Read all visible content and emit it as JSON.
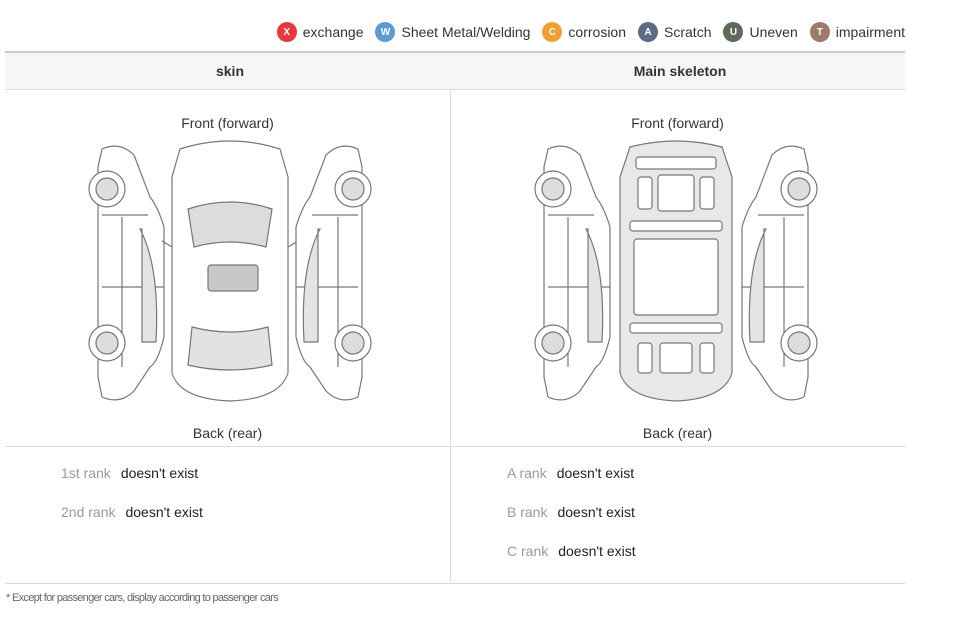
{
  "legend": [
    {
      "letter": "X",
      "label": "exchange",
      "color": "#e8383d",
      "icon": "exchange-icon"
    },
    {
      "letter": "W",
      "label": "Sheet Metal/Welding",
      "color": "#5b9bd5",
      "icon": "sheet-metal-welding-icon"
    },
    {
      "letter": "C",
      "label": "corrosion",
      "color": "#f0a030",
      "icon": "corrosion-icon"
    },
    {
      "letter": "A",
      "label": "Scratch",
      "color": "#5a6b85",
      "icon": "scratch-icon"
    },
    {
      "letter": "U",
      "label": "Uneven",
      "color": "#5f6b5a",
      "icon": "uneven-icon"
    },
    {
      "letter": "T",
      "label": "impairment",
      "color": "#a07a68",
      "icon": "impairment-icon"
    }
  ],
  "table": {
    "headers": [
      "skin",
      "Main skeleton"
    ]
  },
  "diagram": {
    "front_label": "Front (forward)",
    "back_label": "Back (rear)"
  },
  "skin_ranks": [
    {
      "label": "1st rank",
      "value": "doesn't exist"
    },
    {
      "label": "2nd rank",
      "value": "doesn't exist"
    }
  ],
  "skeleton_ranks": [
    {
      "label": "A rank",
      "value": "doesn't exist"
    },
    {
      "label": "B rank",
      "value": "doesn't exist"
    },
    {
      "label": "C rank",
      "value": "doesn't exist"
    }
  ],
  "footnote": {
    "mark": "*",
    "text": "Except for passenger cars, display according to passenger cars"
  }
}
